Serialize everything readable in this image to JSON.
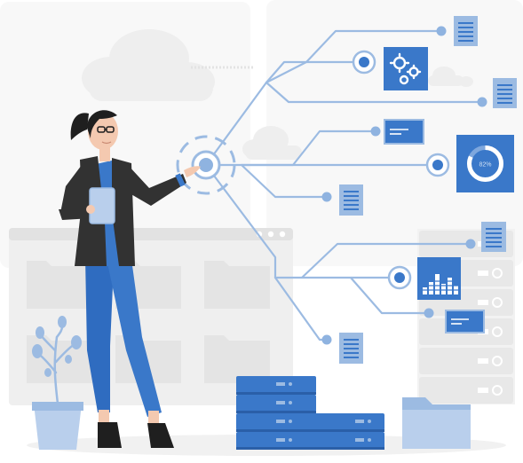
{
  "scene": {
    "donut_label": "82%",
    "donut_fraction": 0.82,
    "palette": {
      "blue": "#3a78c9",
      "blue_dark": "#2a5fa8",
      "line": "#9cbbe2",
      "grey": "#ececec",
      "grey_dark": "#dedede",
      "skin": "#f4c9b0",
      "jacket": "#323232",
      "hair": "#1f1f1f"
    },
    "icons": {
      "cloud_count": 4,
      "document_count": 7,
      "server_units": 5
    }
  }
}
